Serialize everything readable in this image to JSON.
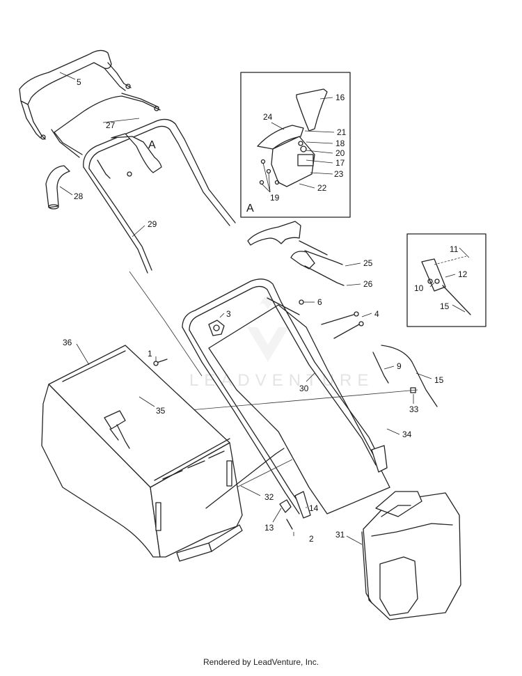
{
  "diagram": {
    "callouts": {
      "c1": "1",
      "c2": "2",
      "c3": "3",
      "c4": "4",
      "c5": "5",
      "c6": "6",
      "c9": "9",
      "c10": "10",
      "c11": "11",
      "c12": "12",
      "c13": "13",
      "c14": "14",
      "c15a": "15",
      "c15b": "15",
      "c16": "16",
      "c17": "17",
      "c18": "18",
      "c19": "19",
      "c20": "20",
      "c21": "21",
      "c22": "22",
      "c23": "23",
      "c24": "24",
      "c25": "25",
      "c26": "26",
      "c27": "27",
      "c28": "28",
      "c29": "29",
      "c30": "30",
      "c31": "31",
      "c32": "32",
      "c33": "33",
      "c34": "34",
      "c35": "35",
      "c36": "36"
    },
    "inset_letters": {
      "main": "A",
      "inset": "A"
    },
    "watermark": "LEADVENTURE"
  },
  "footer": {
    "text": "Rendered by LeadVenture, Inc."
  }
}
